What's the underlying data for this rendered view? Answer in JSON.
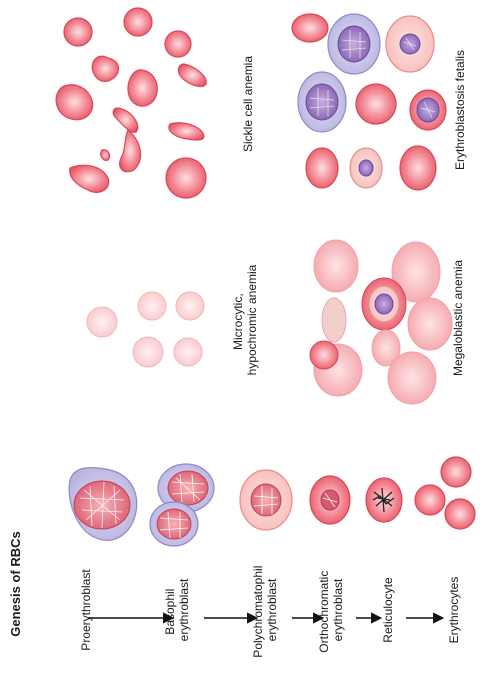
{
  "genesis": {
    "title": "Genesis of RBCs",
    "stages": [
      {
        "line1": "Proerythroblast",
        "line2": ""
      },
      {
        "line1": "Basophil",
        "line2": "erythroblast"
      },
      {
        "line1": "Polychromatophil",
        "line2": "erythroblast"
      },
      {
        "line1": "Orthochromatic",
        "line2": "erythroblast"
      },
      {
        "line1": "Reticulocyte",
        "line2": ""
      },
      {
        "line1": "Erythrocytes",
        "line2": ""
      }
    ]
  },
  "panels": {
    "microcytic": {
      "line1": "Microcytic,",
      "line2": "hypochromic anemia"
    },
    "megaloblastic": {
      "line1": "Megaloblastic anemia",
      "line2": ""
    },
    "sickle": {
      "line1": "Sickle cell anemia",
      "line2": ""
    },
    "fetalis": {
      "line1": "Erythroblastosis fetalis",
      "line2": ""
    }
  },
  "colors": {
    "rbc_fill": "#ef6f7c",
    "rbc_edge": "#d94857",
    "pale_fill": "#fbd2d4",
    "nucleus": "#8c63b5",
    "cytoplasm_blue": "#c9c5ea"
  }
}
